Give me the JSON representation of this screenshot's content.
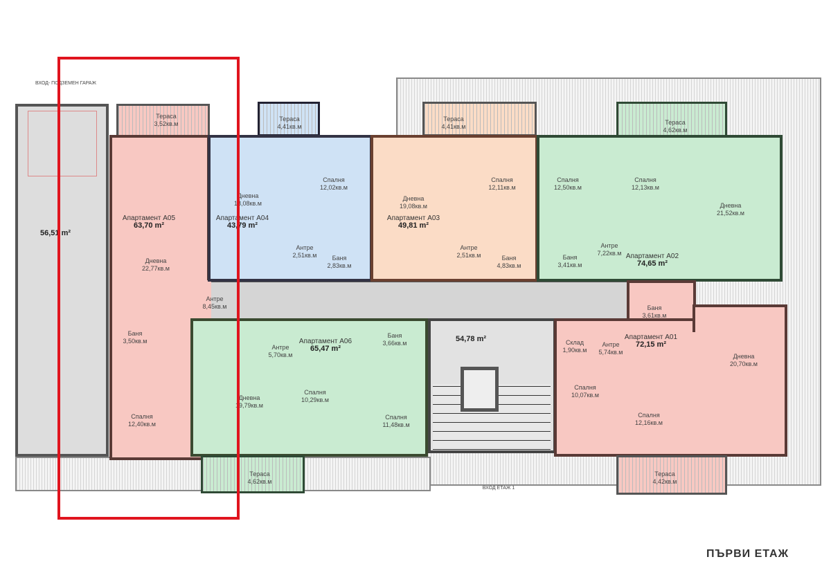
{
  "title": "ПЪРВИ ЕТАЖ",
  "garage": {
    "entry": "ВХОД- ПОДЗЕМЕН ГАРАЖ",
    "area": "56,51 m²"
  },
  "stair": {
    "area": "54,78 m²",
    "entry": "ВХОД ЕТАЖ 1"
  },
  "highlight_color": "#e0141e",
  "colors": {
    "A05": "#f8c8c2",
    "A04": "#cfe2f5",
    "A03": "#fbdcc6",
    "A02": "#c9ebd1",
    "A06": "#c9ebd1",
    "A01": "#f8c8c2",
    "corridor": "#d5d5d5"
  },
  "apartments": {
    "A05": {
      "name": "Апартамент А05",
      "area": "63,70 m²",
      "rooms": [
        {
          "n": "Тераса",
          "a": "3,52кв.м"
        },
        {
          "n": "Дневна",
          "a": "22,77кв.м"
        },
        {
          "n": "Антре",
          "a": "8,45кв.м"
        },
        {
          "n": "Баня",
          "a": "3,50кв.м"
        },
        {
          "n": "Спалня",
          "a": "12,40кв.м"
        }
      ]
    },
    "A04": {
      "name": "Апартамент А04",
      "area": "43,79 m²",
      "rooms": [
        {
          "n": "Тераса",
          "a": "4,41кв.м"
        },
        {
          "n": "Дневна",
          "a": "18,08кв.м"
        },
        {
          "n": "Спалня",
          "a": "12,02кв.м"
        },
        {
          "n": "Антре",
          "a": "2,51кв.м"
        },
        {
          "n": "Баня",
          "a": "2,83кв.м"
        }
      ]
    },
    "A03": {
      "name": "Апартамент А03",
      "area": "49,81 m²",
      "rooms": [
        {
          "n": "Тераса",
          "a": "4,41кв.м"
        },
        {
          "n": "Дневна",
          "a": "19,08кв.м"
        },
        {
          "n": "Спалня",
          "a": "12,11кв.м"
        },
        {
          "n": "Антре",
          "a": "2,51кв.м"
        },
        {
          "n": "Баня",
          "a": "4,83кв.м"
        }
      ]
    },
    "A02": {
      "name": "Апартамент А02",
      "area": "74,65 m²",
      "rooms": [
        {
          "n": "Тераса",
          "a": "4,62кв.м"
        },
        {
          "n": "Спалня",
          "a": "12,50кв.м"
        },
        {
          "n": "Спалня",
          "a": "12,13кв.м"
        },
        {
          "n": "Дневна",
          "a": "21,52кв.м"
        },
        {
          "n": "Антре",
          "a": "7,22кв.м"
        },
        {
          "n": "Баня",
          "a": "3,41кв.м"
        }
      ]
    },
    "A06": {
      "name": "Апартамент А06",
      "area": "65,47 m²",
      "rooms": [
        {
          "n": "Антре",
          "a": "5,70кв.м"
        },
        {
          "n": "Баня",
          "a": "3,66кв.м"
        },
        {
          "n": "Дневна",
          "a": "19,79кв.м"
        },
        {
          "n": "Спалня",
          "a": "10,29кв.м"
        },
        {
          "n": "Спалня",
          "a": "11,48кв.м"
        },
        {
          "n": "Тераса",
          "a": "4,62кв.м"
        }
      ]
    },
    "A01": {
      "name": "Апартамент А01",
      "area": "72,15 m²",
      "rooms": [
        {
          "n": "Баня",
          "a": "3,61кв.м"
        },
        {
          "n": "Склад",
          "a": "1,90кв.м"
        },
        {
          "n": "Антре",
          "a": "5,74кв.м"
        },
        {
          "n": "Дневна",
          "a": "20,70кв.м"
        },
        {
          "n": "Спалня",
          "a": "10,07кв.м"
        },
        {
          "n": "Спалня",
          "a": "12,16кв.м"
        },
        {
          "n": "Тераса",
          "a": "4,42кв.м"
        }
      ]
    }
  }
}
